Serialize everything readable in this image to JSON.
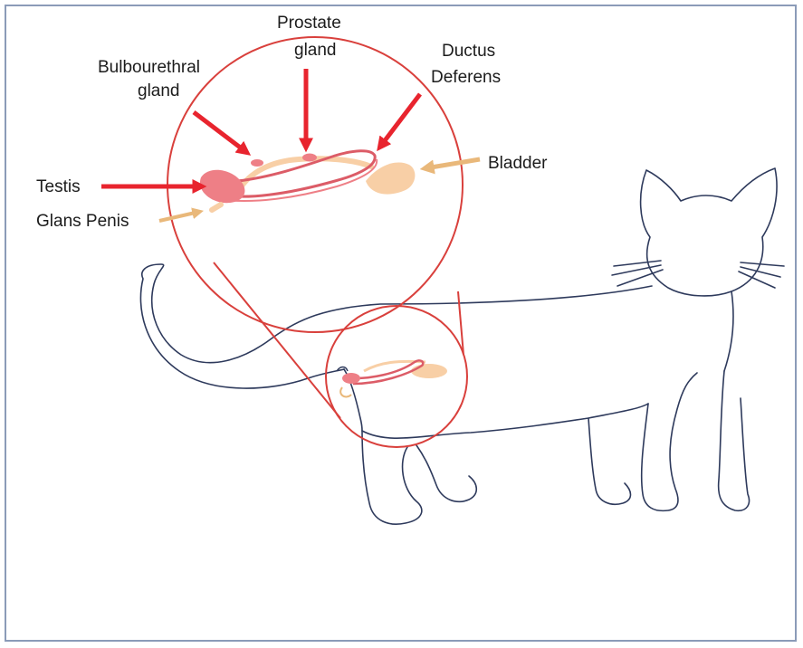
{
  "labels": {
    "bulbourethral_line1": "Bulbourethral",
    "bulbourethral_line2": "gland",
    "prostate_line1": "Prostate",
    "prostate_line2": "gland",
    "ductus_line1": "Ductus",
    "ductus_line2": "Deferens",
    "bladder": "Bladder",
    "testis": "Testis",
    "glans_penis": "Glans Penis"
  },
  "colors": {
    "frame_border": "#8b9bb8",
    "cat_outline": "#2e3a5c",
    "magnifier_circle": "#d9403c",
    "pointer_red": "#e8242e",
    "pointer_tan": "#e9b87a",
    "organ_pink": "#ee7f86",
    "organ_pink_dark": "#dc5c67",
    "organ_peach": "#f8cfa6"
  }
}
